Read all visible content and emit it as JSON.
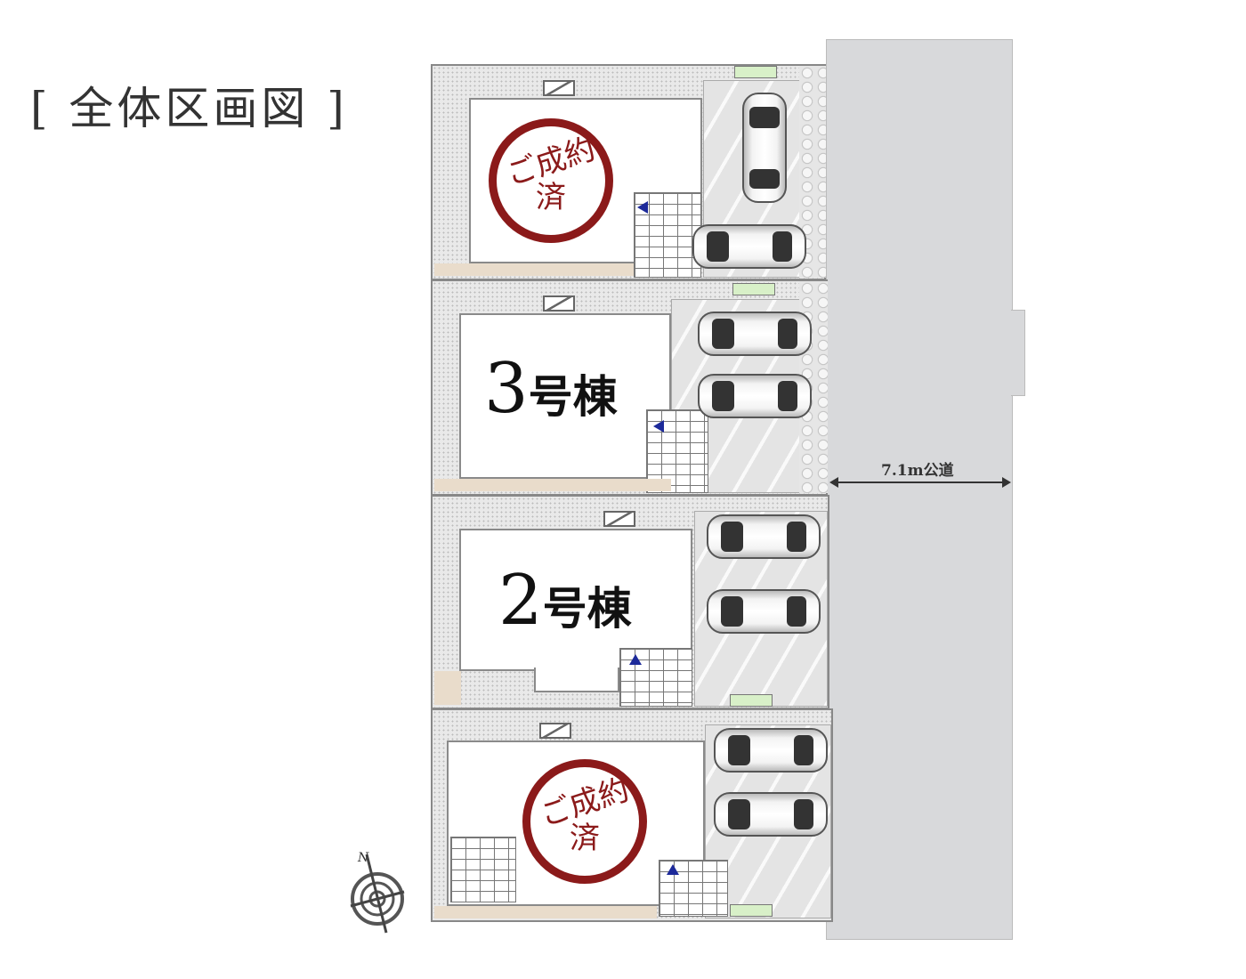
{
  "title": "[ 全体区画図 ]",
  "road": {
    "label": "7.1m公道"
  },
  "lots": [
    {
      "id": "lot-1",
      "stamp": [
        "ご成約",
        "済"
      ]
    },
    {
      "id": "lot-3",
      "number": "3",
      "suffix": "号棟"
    },
    {
      "id": "lot-2",
      "number": "2",
      "suffix": "号棟"
    },
    {
      "id": "lot-4",
      "stamp": [
        "ご成約",
        "済"
      ]
    }
  ],
  "compass": {
    "label": "N"
  },
  "colors": {
    "stamp": "#8b1a1a",
    "road": "#d8d9db",
    "entrance_marker": "#1d2a9a"
  }
}
